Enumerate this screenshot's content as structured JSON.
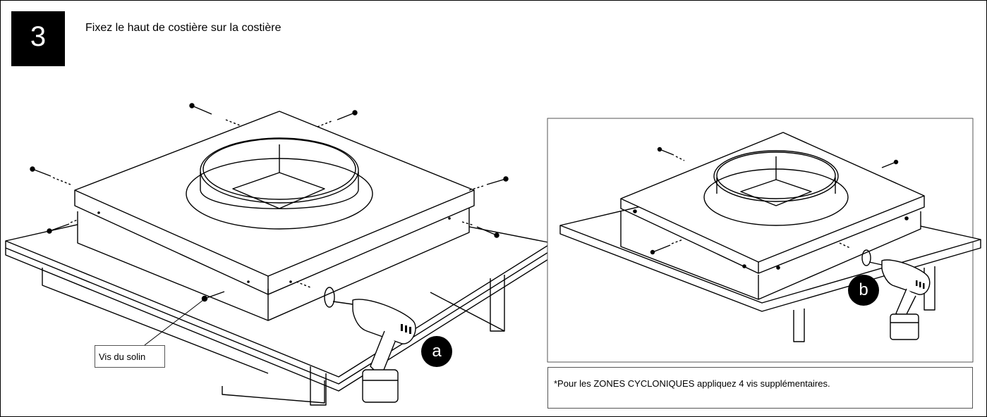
{
  "step": {
    "number": "3",
    "title": "Fixez le haut de costière sur la costière"
  },
  "labels": {
    "screw_callout": "Vis du solin",
    "badge_a": "a",
    "badge_b": "b"
  },
  "note": {
    "text": "*Pour les ZONES CYCLONIQUES appliquez 4 vis supplémentaires."
  },
  "colors": {
    "line": "#000000",
    "badge": "#000000",
    "step_box": "#000000"
  }
}
